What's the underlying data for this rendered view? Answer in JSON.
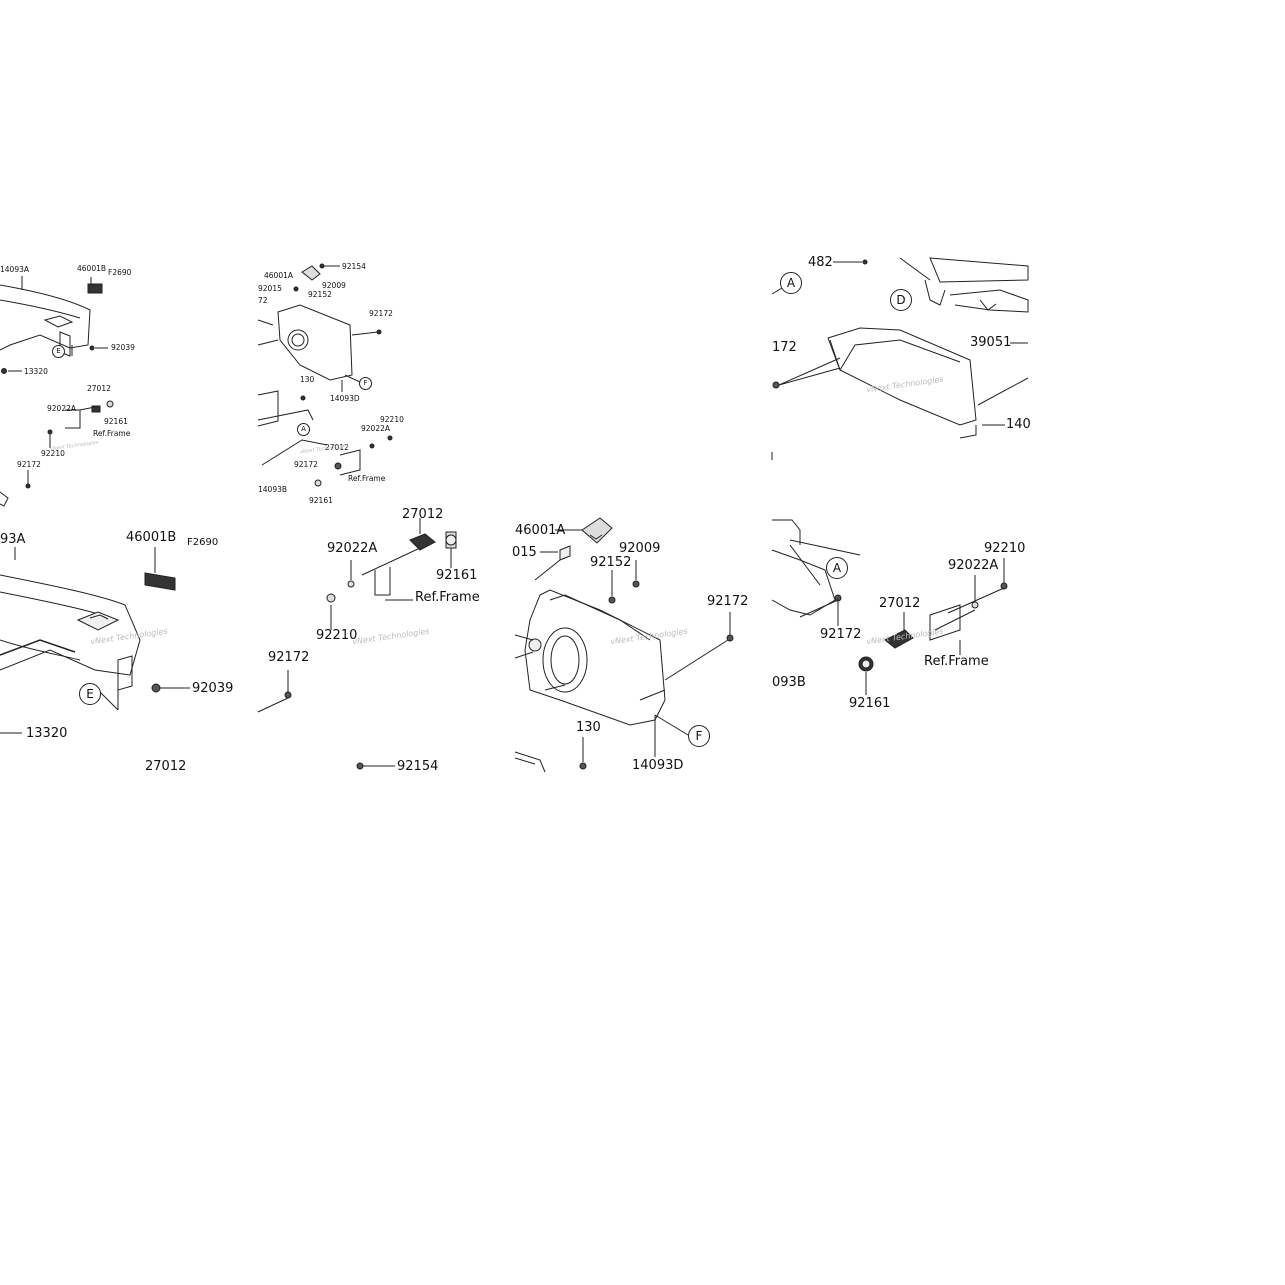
{
  "panels": {
    "top_left": {
      "labels": [
        "14093A",
        "46001B",
        "F2690",
        "92039",
        "13320",
        "27012",
        "92022A",
        "92161",
        "Ref.Frame",
        "92210",
        "92172"
      ],
      "callout": "E"
    },
    "top_middle": {
      "labels": [
        "46001A",
        "92154",
        "92015",
        "92009",
        "92152",
        "72",
        "92172",
        "130",
        "14093D",
        "92210",
        "92022A",
        "27012",
        "92172",
        "14093B",
        "Ref.Frame",
        "92161"
      ],
      "callouts": [
        "F",
        "A"
      ]
    },
    "top_right": {
      "labels": [
        "482",
        "172",
        "39051",
        "140"
      ],
      "callouts": [
        "A",
        "D"
      ]
    },
    "bottom_left": {
      "labels": [
        "93A",
        "46001B",
        "F2690",
        "92039",
        "13320",
        "27012"
      ],
      "callout": "E"
    },
    "bottom_middle_left": {
      "labels": [
        "27012",
        "92022A",
        "92161",
        "Ref.Frame",
        "92210",
        "92172",
        "92154"
      ]
    },
    "bottom_middle_right": {
      "labels": [
        "46001A",
        "015",
        "92009",
        "92152",
        "92172",
        "130",
        "14093D"
      ],
      "callout": "F"
    },
    "bottom_right": {
      "labels": [
        "92210",
        "92022A",
        "27012",
        "92172",
        "Ref.Frame",
        "093B",
        "92161"
      ],
      "callout": "A"
    }
  },
  "watermark": "vNext Technologies"
}
